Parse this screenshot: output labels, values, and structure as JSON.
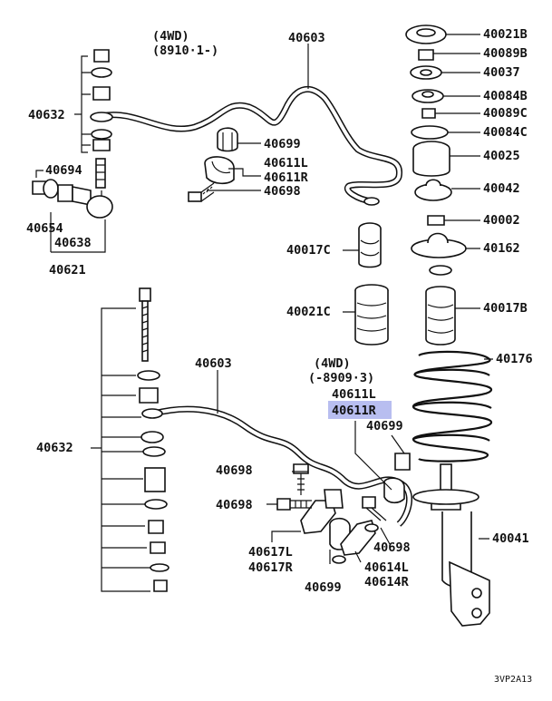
{
  "diagram": {
    "variant_top": {
      "line1": "(4WD)",
      "line2": "(8910·1-)"
    },
    "variant_bottom": {
      "line1": "(4WD)",
      "line2": "(-8909·3)"
    },
    "labels": {
      "p40603_top": "40603",
      "p40632_top": "40632",
      "p40694": "40694",
      "p40654": "40654",
      "p40638": "40638",
      "p40621": "40621",
      "p40699_top": "40699",
      "p40611L_top": "40611L",
      "p40611R_top": "40611R",
      "p40698_top": "40698",
      "p40021B": "40021B",
      "p40089B": "40089B",
      "p40037": "40037",
      "p40084B": "40084B",
      "p40089C": "40089C",
      "p40084C": "40084C",
      "p40025": "40025",
      "p40042": "40042",
      "p40002": "40002",
      "p40017C": "40017C",
      "p40162": "40162",
      "p40021C": "40021C",
      "p40017B": "40017B",
      "p40176": "40176",
      "p40603_bot": "40603",
      "p40611L_bot": "40611L",
      "p40611R_bot": "40611R",
      "p40632_bot": "40632",
      "p40699_mid": "40699",
      "p40698_a": "40698",
      "p40698_b": "40698",
      "p40698_c": "40698",
      "p40617L": "40617L",
      "p40617R": "40617R",
      "p40614L": "40614L",
      "p40614R": "40614R",
      "p40699_bot": "40699",
      "p40041": "40041"
    },
    "highlight_color": "#b8bef0",
    "ref_code": "3VP2A13"
  }
}
